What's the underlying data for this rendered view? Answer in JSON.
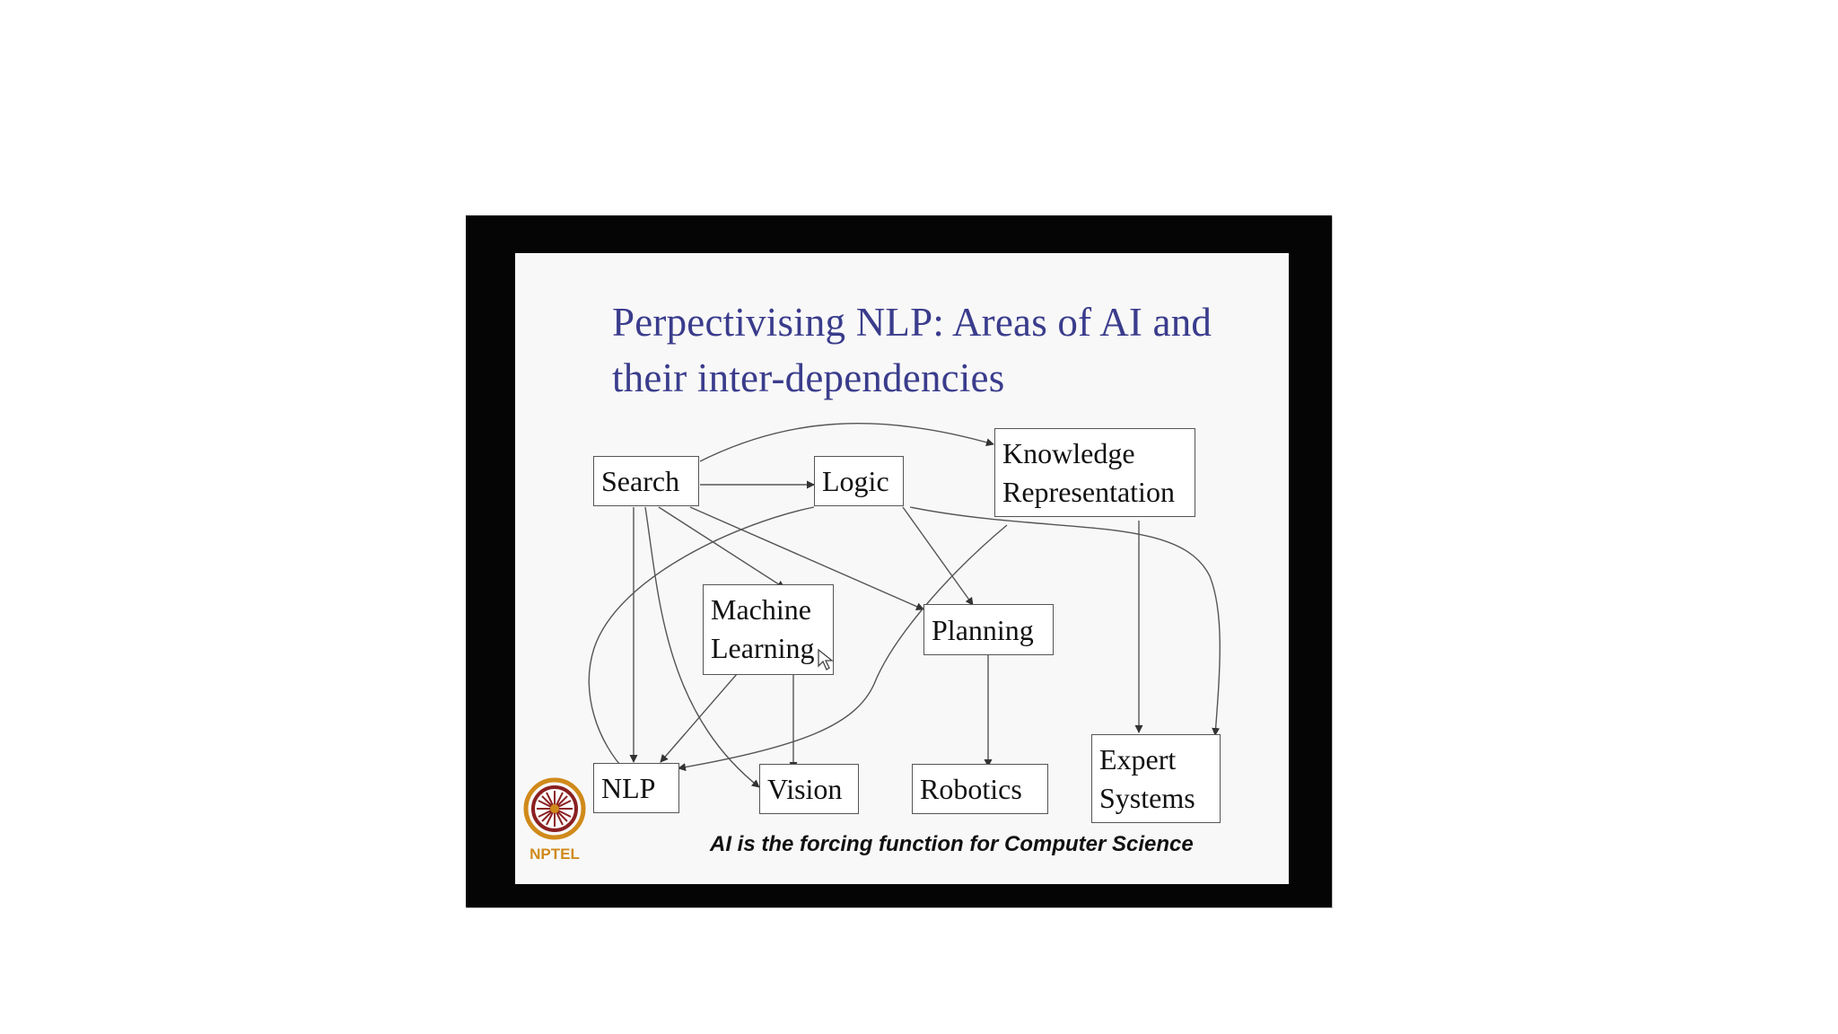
{
  "slide": {
    "title_line1": "Perpectivising NLP: Areas of AI and",
    "title_line2": "their inter-dependencies",
    "footer": "AI is the forcing function for Computer Science",
    "logo_text": "NPTEL"
  },
  "nodes": {
    "search": "Search",
    "logic": "Logic",
    "knowledge": [
      "Knowledge",
      "Representation"
    ],
    "machine_learning": [
      "Machine",
      "Learning"
    ],
    "planning": "Planning",
    "nlp": "NLP",
    "vision": "Vision",
    "robotics": "Robotics",
    "expert": [
      "Expert",
      "Systems"
    ]
  },
  "edges": [
    {
      "from": "Search",
      "to": "Logic"
    },
    {
      "from": "Search",
      "to": "Knowledge Representation"
    },
    {
      "from": "Search",
      "to": "NLP"
    },
    {
      "from": "Search",
      "to": "Vision"
    },
    {
      "from": "Search",
      "to": "Machine Learning"
    },
    {
      "from": "Search",
      "to": "Planning"
    },
    {
      "from": "Logic",
      "to": "NLP"
    },
    {
      "from": "Logic",
      "to": "Planning"
    },
    {
      "from": "Logic",
      "to": "Expert Systems"
    },
    {
      "from": "Knowledge Representation",
      "to": "NLP"
    },
    {
      "from": "Knowledge Representation",
      "to": "Expert Systems"
    },
    {
      "from": "Machine Learning",
      "to": "NLP"
    },
    {
      "from": "Machine Learning",
      "to": "Vision"
    },
    {
      "from": "Planning",
      "to": "Robotics"
    }
  ],
  "colors": {
    "title": "#3a3c8c",
    "frame": "#050505",
    "slide_bg": "#f8f8f8",
    "logo": "#d08a1a"
  }
}
